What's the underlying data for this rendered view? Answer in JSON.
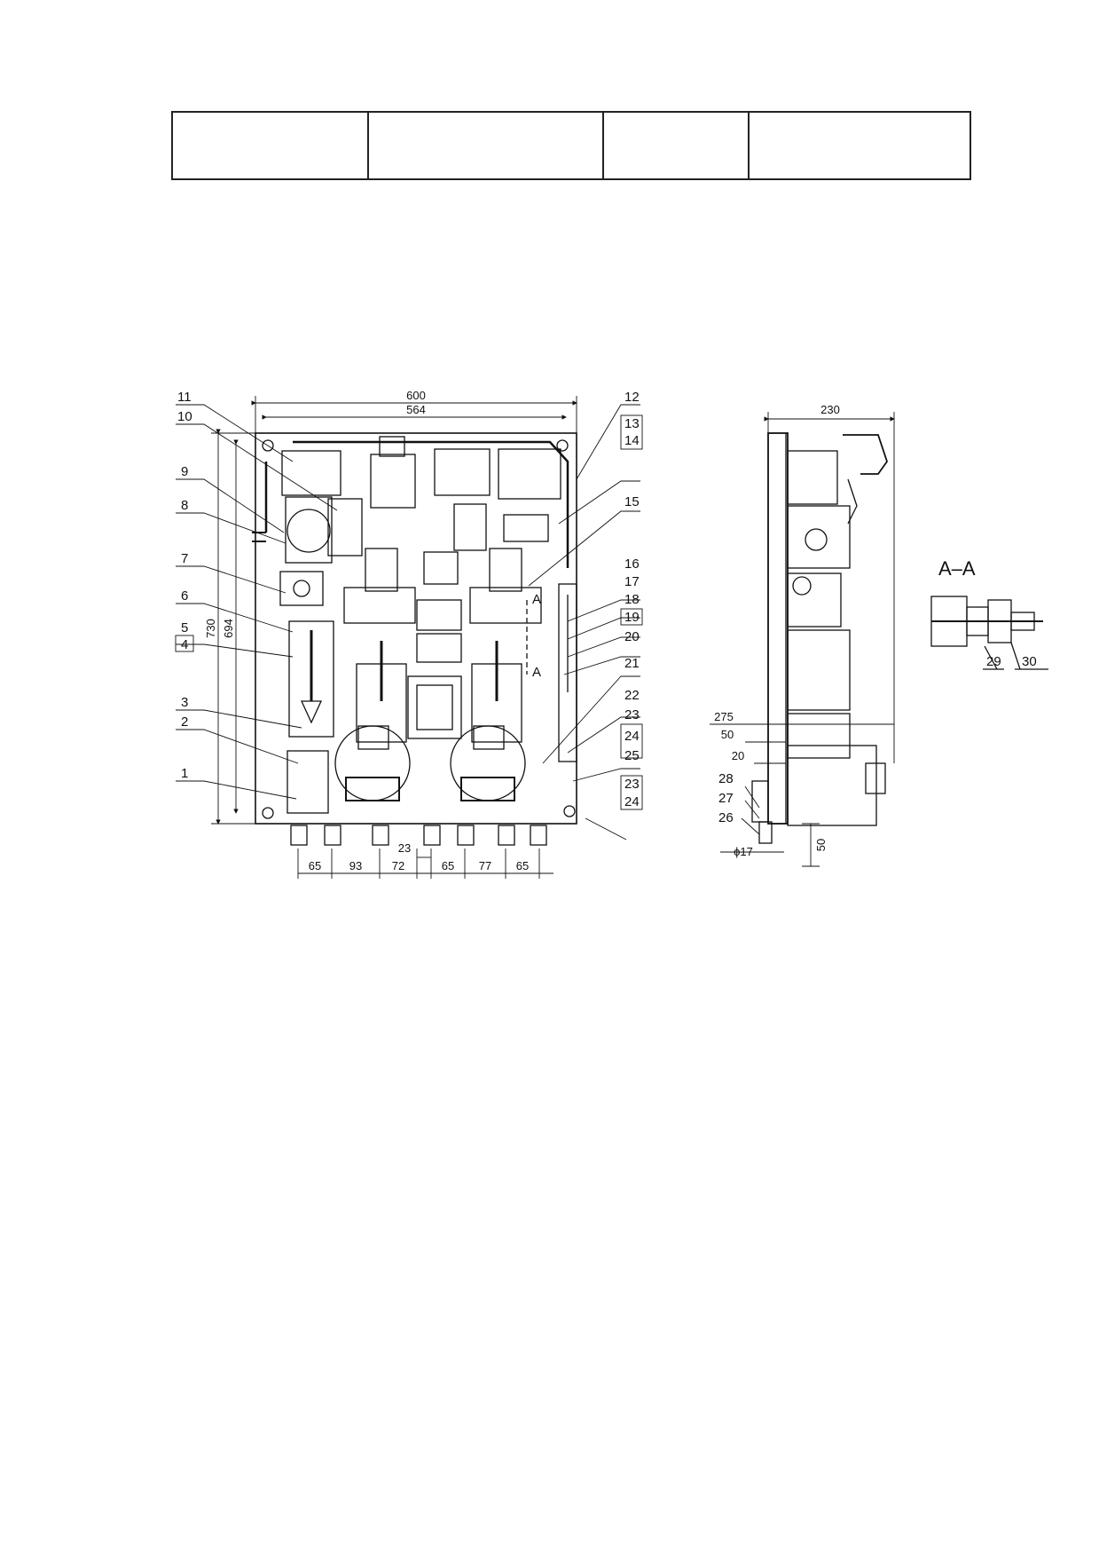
{
  "title_table": {
    "cells": [
      "",
      "",
      "",
      ""
    ]
  },
  "front_view": {
    "overall_width": "600",
    "inner_width": "564",
    "overall_height": "730",
    "inner_height": "694",
    "bottom_dims": [
      "65",
      "93",
      "72",
      "23",
      "65",
      "77",
      "65"
    ],
    "section_marker": "A"
  },
  "side_view": {
    "depth": "230",
    "dims": [
      "275",
      "50",
      "20",
      "ϕ17",
      "50"
    ]
  },
  "section_view": {
    "title": "A–A"
  },
  "callouts": [
    "1",
    "2",
    "3",
    "4",
    "5",
    "6",
    "7",
    "8",
    "9",
    "10",
    "11",
    "12",
    "13",
    "14",
    "15",
    "16",
    "17",
    "18",
    "19",
    "20",
    "21",
    "22",
    "23",
    "24",
    "25",
    "23",
    "24",
    "26",
    "27",
    "28",
    "29",
    "30"
  ]
}
